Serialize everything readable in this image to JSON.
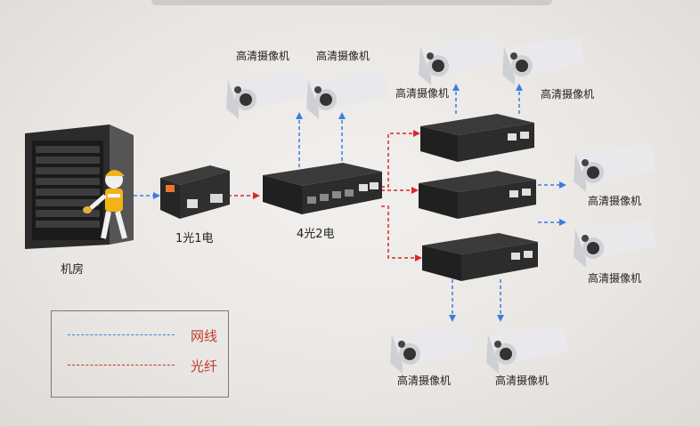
{
  "labels": {
    "server_room": "机房",
    "converter_1o1e": "1光1电",
    "switch_4o2e": "4光2电"
  },
  "camera_label": "高清摄像机",
  "legend": {
    "network_cable": "网线",
    "fiber": "光纤"
  },
  "colors": {
    "network_cable": "#3a7de0",
    "fiber": "#d62a2a"
  }
}
